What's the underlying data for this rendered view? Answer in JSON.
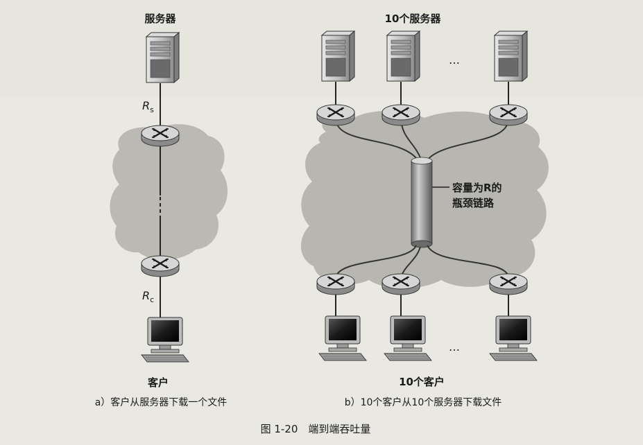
{
  "panel_a": {
    "server_label": "服务器",
    "rs_main": "R",
    "rs_sub": "s",
    "rc_main": "R",
    "rc_sub": "c",
    "client_label": "客户",
    "caption": "a）客户从服务器下载一个文件"
  },
  "panel_b": {
    "servers_label": "10个服务器",
    "ellipsis_top": "…",
    "ellipsis_bottom": "…",
    "bottleneck_label_line1": "容量为R的",
    "bottleneck_label_line2": "瓶颈链路",
    "clients_label": "10个客户",
    "caption": "b）10个客户从10个服务器下载文件"
  },
  "figure_caption": "图 1-20　端到端吞吐量"
}
